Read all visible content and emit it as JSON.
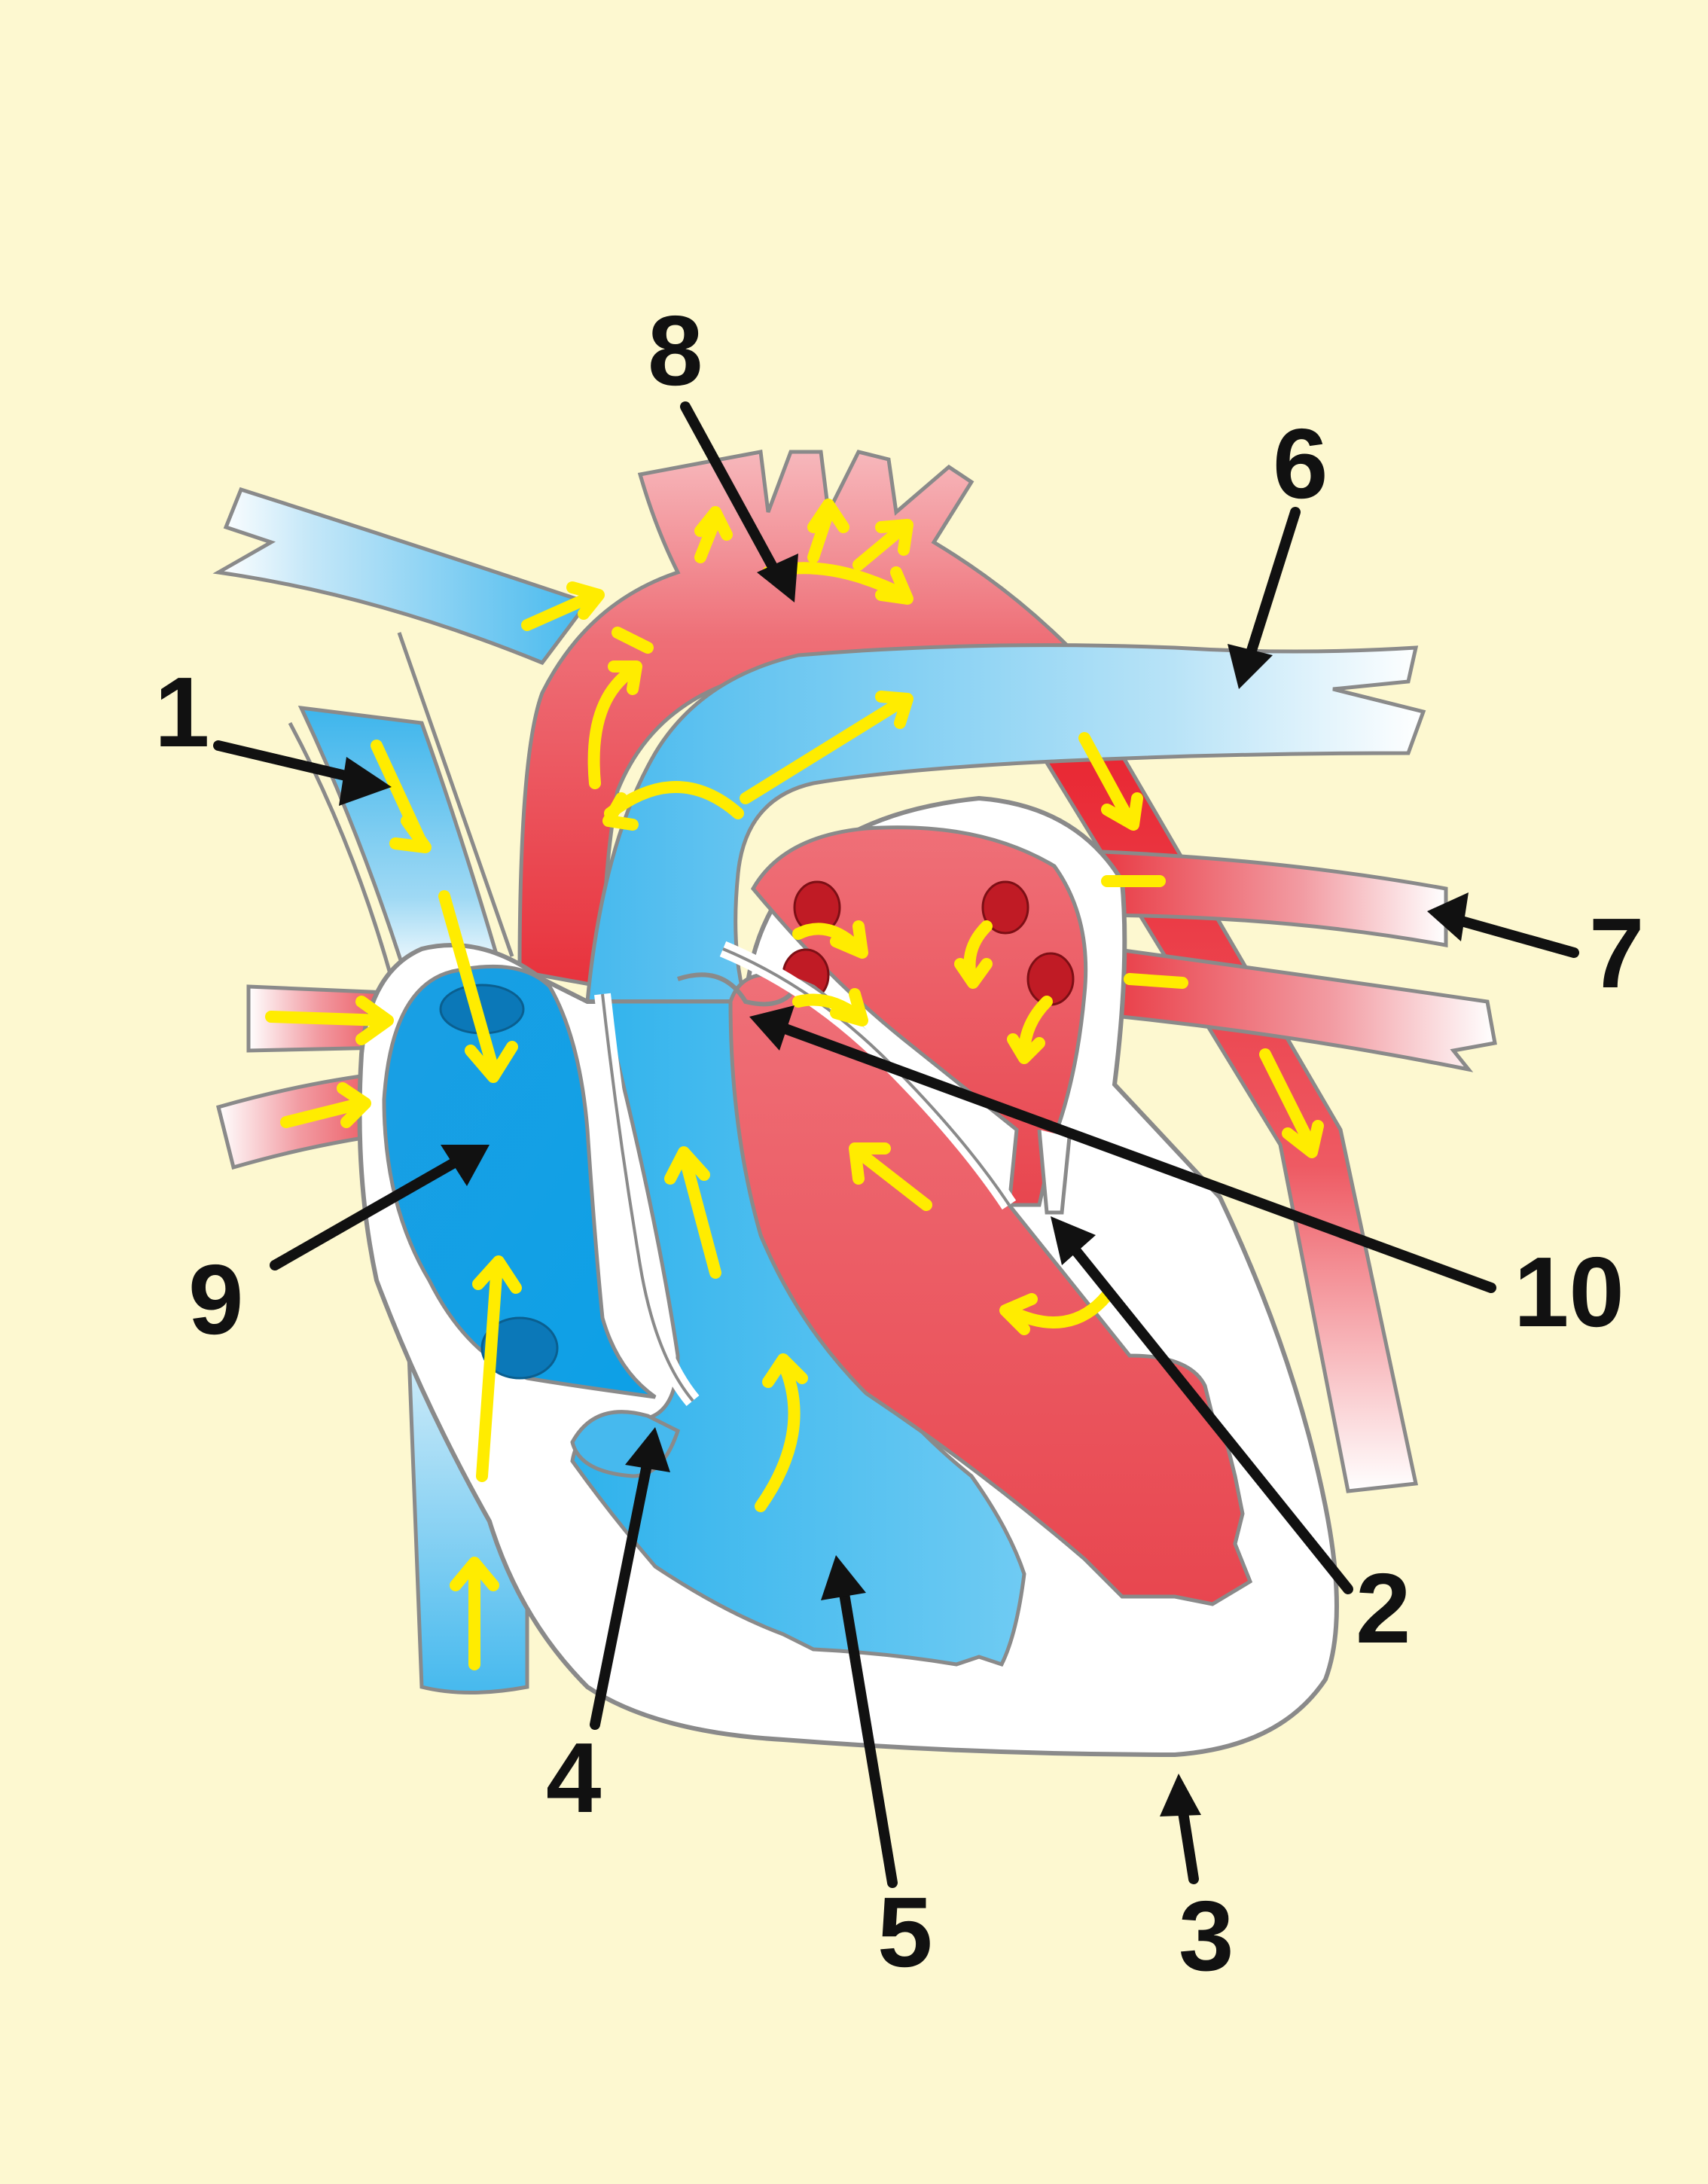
{
  "colors": {
    "background": "#fdf8d0",
    "deoxygenated_blue": "#35b4ea",
    "oxygenated_red": "#e8323c",
    "flow_arrow_yellow": "#ffec00",
    "label_arrow_black": "#111111",
    "heart_wall_white": "#ffffff"
  },
  "labels": [
    {
      "id": "label-1",
      "text": "1"
    },
    {
      "id": "label-2",
      "text": "2"
    },
    {
      "id": "label-3",
      "text": "3"
    },
    {
      "id": "label-4",
      "text": "4"
    },
    {
      "id": "label-5",
      "text": "5"
    },
    {
      "id": "label-6",
      "text": "6"
    },
    {
      "id": "label-7",
      "text": "7"
    },
    {
      "id": "label-8",
      "text": "8"
    },
    {
      "id": "label-9",
      "text": "9"
    },
    {
      "id": "label-10",
      "text": "10"
    }
  ]
}
